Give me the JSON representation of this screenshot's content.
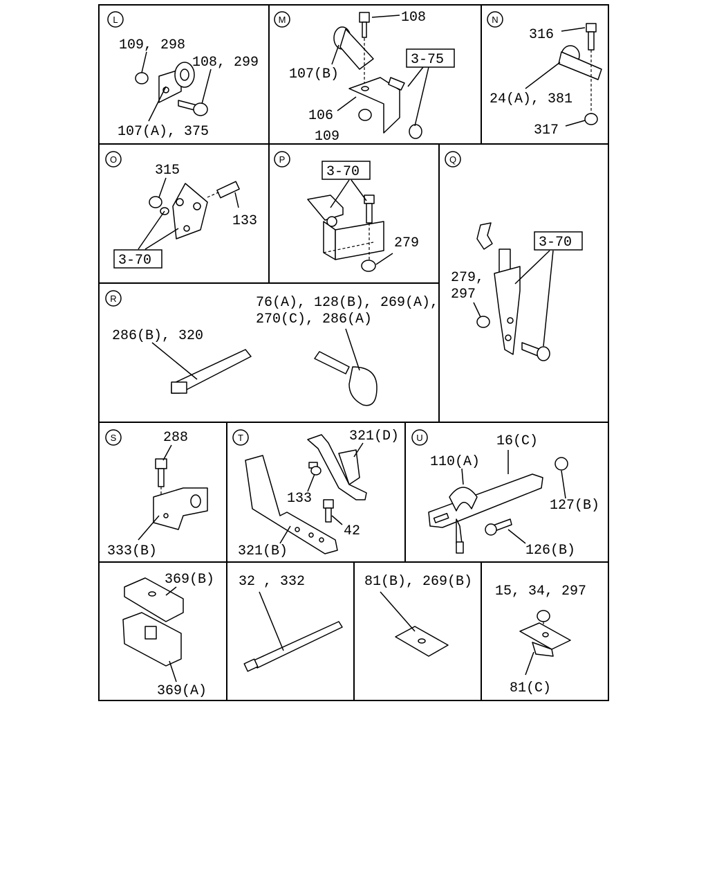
{
  "panels": {
    "L": {
      "letter": "L",
      "labels": [
        "109, 298",
        "108, 299",
        "107(A), 375"
      ]
    },
    "M": {
      "letter": "M",
      "labels": [
        "108",
        "107(B)",
        "3-75",
        "106",
        "109"
      ]
    },
    "N": {
      "letter": "N",
      "labels": [
        "316",
        "24(A), 381",
        "317"
      ]
    },
    "O": {
      "letter": "O",
      "labels": [
        "315",
        "133",
        "3-70"
      ]
    },
    "P": {
      "letter": "P",
      "labels": [
        "3-70",
        "279"
      ]
    },
    "Q": {
      "letter": "Q",
      "labels": [
        "3-70",
        "279,",
        "297"
      ]
    },
    "R": {
      "letter": "R",
      "labels": [
        "76(A), 128(B), 269(A),",
        "270(C), 286(A)",
        "286(B), 320"
      ]
    },
    "S": {
      "letter": "S",
      "labels": [
        "288",
        "333(B)"
      ]
    },
    "T": {
      "letter": "T",
      "labels": [
        "321(D)",
        "133",
        "42",
        "321(B)"
      ]
    },
    "U": {
      "letter": "U",
      "labels": [
        "16(C)",
        "110(A)",
        "127(B)",
        "126(B)"
      ]
    },
    "V": {
      "labels": [
        "369(B)",
        "369(A)"
      ]
    },
    "W": {
      "labels": [
        "32 , 332"
      ]
    },
    "X": {
      "labels": [
        "81(B), 269(B)"
      ]
    },
    "Y": {
      "labels": [
        "15, 34, 297",
        "81(C)"
      ]
    }
  },
  "styles": {
    "line_color": "#000000",
    "background": "#ffffff"
  }
}
